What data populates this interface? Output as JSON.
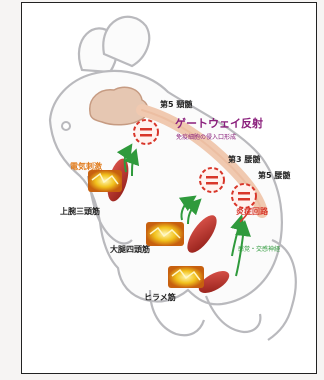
{
  "labels": {
    "c5_segment": "第5 頸髄",
    "gateway_reflex": "ゲートウェイ反射",
    "gateway_sub": "免疫細胞の侵入口形成",
    "l3_segment": "第3 腰髄",
    "l5_segment": "第5 腰髄",
    "electric_stimulation": "電気刺激",
    "triceps": "上腕三頭筋",
    "quadriceps": "大腿四頭筋",
    "soleus": "ヒラメ筋",
    "inflammatory_circuit": "炎症回路",
    "sensory_nerve": "感覚・交感神経"
  },
  "colors": {
    "gateway": "#8a1f7c",
    "red_accent": "#d8362a",
    "electric": "#e07a1a",
    "sensory": "#2f9a3c",
    "muscle": "#b52a23",
    "spine": "#f0c9b0",
    "brain": "#e6c7b2"
  }
}
